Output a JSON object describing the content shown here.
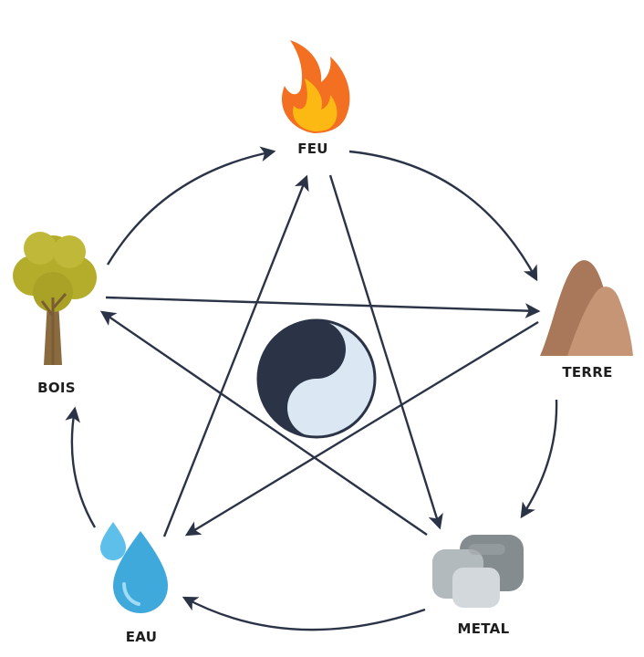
{
  "elements": {
    "fire": {
      "label": "FEU",
      "icon": "flame-icon"
    },
    "earth": {
      "label": "TERRE",
      "icon": "mountain-icon"
    },
    "metal": {
      "label": "METAL",
      "icon": "metal-stones-icon"
    },
    "water": {
      "label": "EAU",
      "icon": "water-drops-icon"
    },
    "wood": {
      "label": "BOIS",
      "icon": "tree-icon"
    }
  },
  "center": {
    "icon": "yin-yang-icon"
  },
  "cycles": {
    "outer": [
      "FEU",
      "TERRE",
      "METAL",
      "EAU",
      "BOIS"
    ],
    "inner_star": [
      [
        "BOIS",
        "TERRE"
      ],
      [
        "TERRE",
        "EAU"
      ],
      [
        "EAU",
        "FEU"
      ],
      [
        "FEU",
        "METAL"
      ],
      [
        "METAL",
        "BOIS"
      ]
    ]
  },
  "colors": {
    "arrow": "#2b3347",
    "fire_outer": "#f36f21",
    "fire_inner": "#fdb913",
    "earth": "#b98765",
    "metal": "#8e9598",
    "water": "#4cb3e6",
    "wood_canopy": "#b4ad2c",
    "wood_trunk": "#8a6a3f",
    "yin": "#2b3347",
    "yang": "#dbe8f3"
  }
}
